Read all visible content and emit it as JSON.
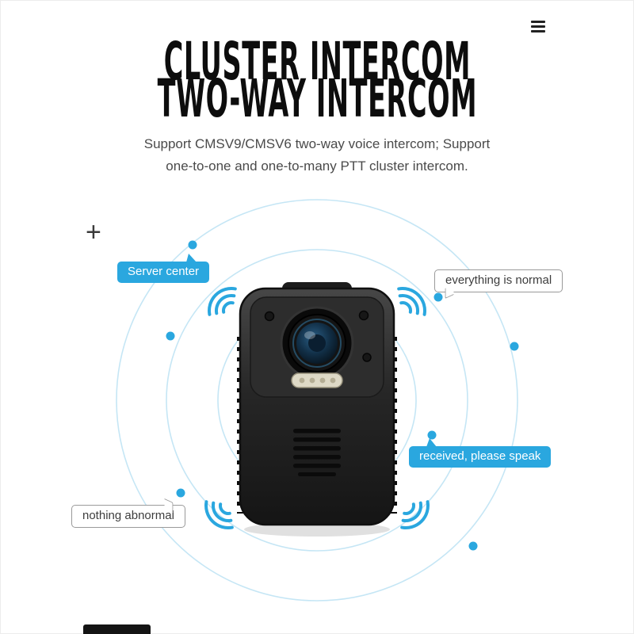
{
  "nav": {
    "menu_icon": "hamburger-menu"
  },
  "header": {
    "title_line1": "CLUSTER INTERCOM",
    "title_line2": "TWO-WAY INTERCOM",
    "subtitle_line1": "Support CMSV9/CMSV6 two-way voice intercom; Support",
    "subtitle_line2": "one-to-one and one-to-many PTT cluster intercom."
  },
  "diagram": {
    "plus_mark": "+",
    "product": "body-worn camera with lens, IR LEDs and speaker grille",
    "callouts": {
      "server_center": "Server center",
      "everything_normal": "everything is normal",
      "received_speak": "received, please speak",
      "nothing_abnormal": "nothing abnormal"
    },
    "colors": {
      "accent_blue": "#2AA7DF",
      "circle_blue": "#C5E6F5",
      "camera_body_dark": "#1C1C1C",
      "bubble_outline_border": "#9A9A9A"
    }
  }
}
